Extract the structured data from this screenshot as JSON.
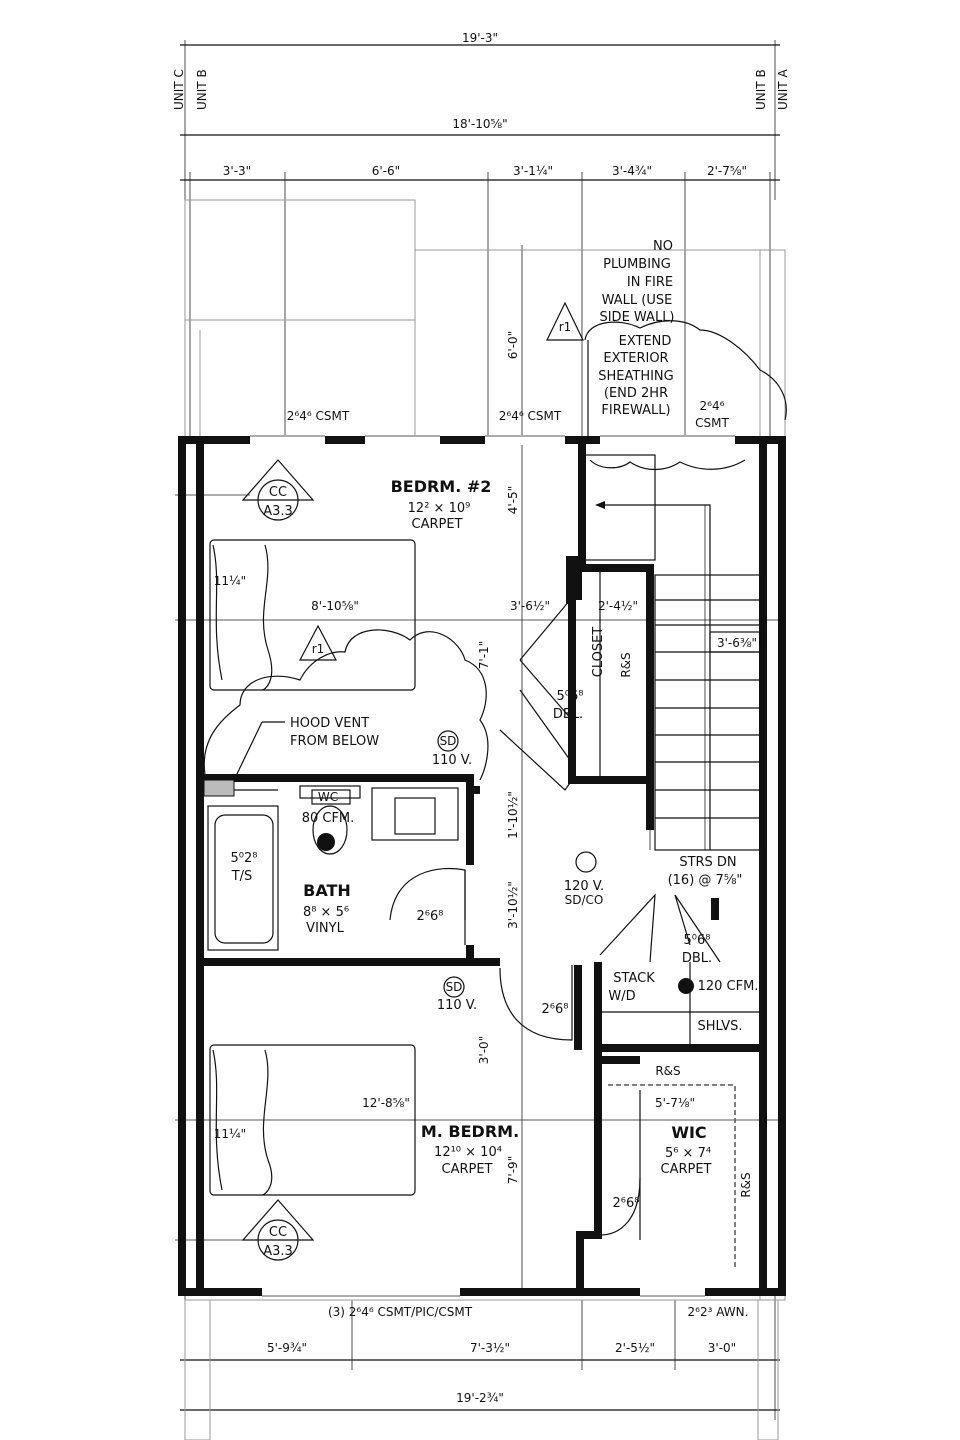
{
  "dimensions": {
    "overall_top": "19'-3\"",
    "inner_top": "18'-10⅝\"",
    "top_segments": [
      "3'-3\"",
      "6'-6\"",
      "3'-1¼\"",
      "3'-4¾\"",
      "2'-7⅝\""
    ],
    "overall_bottom": "19'-2¾\"",
    "bottom_segments": [
      "5'-9¾\"",
      "7'-3½\"",
      "2'-5½\"",
      "3'-0\""
    ],
    "vertical": [
      "6'-0\"",
      "4'-5\"",
      "7'-1\"",
      "1'-10½\"",
      "3'-10½\"",
      "3'-0\"",
      "7'-9\""
    ],
    "interior": [
      "8'-10⅝\"",
      "3'-6½\"",
      "2'-4½\"",
      "3'-6⅜\"",
      "12'-8⅝\"",
      "5'-7⅛\"",
      "11¼\"",
      "11¼\""
    ]
  },
  "units": {
    "left": [
      "UNIT C",
      "UNIT B"
    ],
    "right": [
      "UNIT B",
      "UNIT A"
    ]
  },
  "notes": {
    "no_plumbing": [
      "NO",
      "PLUMBING",
      "IN FIRE",
      "WALL (USE",
      "SIDE WALL)"
    ],
    "extend": [
      "EXTEND",
      "EXTERIOR",
      "SHEATHING",
      "(END 2HR",
      "FIREWALL)"
    ],
    "hood_vent": [
      "HOOD VENT",
      "FROM BELOW"
    ],
    "revision": "r1",
    "section_mark": "CC",
    "section_sheet": "A3.3"
  },
  "windows": {
    "top_left": "2⁶4⁶ CSMT",
    "top_mid": "2⁶4⁶ CSMT",
    "top_right_1": "2⁶4⁶",
    "top_right_2": "CSMT",
    "bottom_left": "(3) 2⁶4⁶ CSMT/PIC/CSMT",
    "bottom_right": "2⁶2³ AWN."
  },
  "rooms": {
    "bed2": {
      "name": "BEDRM. #2",
      "size": "12² × 10⁹",
      "finish": "CARPET"
    },
    "closet": {
      "name": "CLOSET",
      "rs": "R&S",
      "door": "5⁰6⁸",
      "door2": "DBL."
    },
    "bath": {
      "name": "BATH",
      "size": "8⁸ × 5⁶",
      "finish": "VINYL",
      "tub": "5⁰2⁸",
      "tub2": "T/S",
      "wc": "WC",
      "fan": "80 CFM.",
      "door": "2⁶6⁸"
    },
    "smoke1": {
      "mark": "SD",
      "volt": "110 V."
    },
    "smoke2": {
      "mark": "SD",
      "volt": "110 V."
    },
    "sdco": {
      "volt": "120 V.",
      "label": "SD/CO"
    },
    "stairs": {
      "line1": "STRS DN",
      "line2": "(16) @ 7⅝\""
    },
    "laundry": {
      "door": "5⁰6⁸",
      "door2": "DBL.",
      "stack1": "STACK",
      "stack2": "W/D",
      "fan": "120 CFM.",
      "shelves": "SHLVS."
    },
    "master": {
      "name": "M. BEDRM.",
      "size": "12¹⁰ × 10⁴",
      "finish": "CARPET",
      "door": "2⁶6⁸"
    },
    "wic": {
      "name": "WIC",
      "size": "5⁶ × 7⁴",
      "finish": "CARPET",
      "rs": "R&S",
      "rs_side": "R&S",
      "door": "2⁶6⁸"
    }
  }
}
